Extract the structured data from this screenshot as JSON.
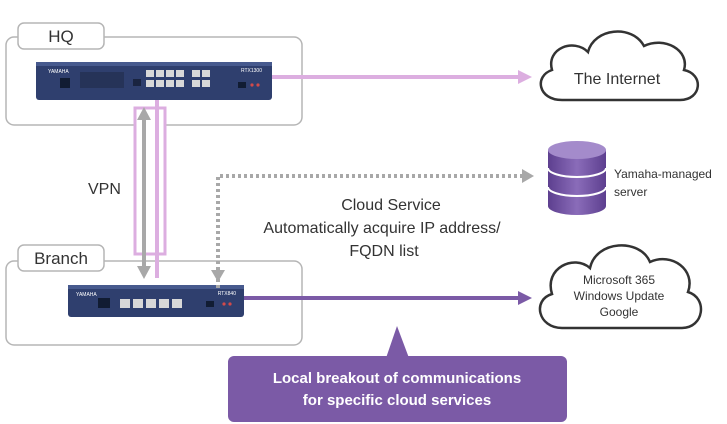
{
  "sites": {
    "hq": {
      "label": "HQ"
    },
    "branch": {
      "label": "Branch"
    }
  },
  "devices": {
    "hq_router_brand": "YAMAHA",
    "hq_router_model": "RTX1300",
    "branch_router_brand": "YAMAHA",
    "branch_router_model": "RTX840"
  },
  "vpn": {
    "label": "VPN"
  },
  "internet": {
    "label": "The Internet"
  },
  "server": {
    "label_line1": "Yamaha-managed",
    "label_line2": "server"
  },
  "cloud_service": {
    "line1": "Cloud Service",
    "line2": "Automatically acquire IP address/",
    "line3": "FQDN list"
  },
  "cloud_services": {
    "line1": "Microsoft 365",
    "line2": "Windows Update",
    "line3": "Google"
  },
  "callout": {
    "line1": "Local breakout of communications",
    "line2": "for specific cloud services"
  },
  "colors": {
    "light_purple": "#dcaee0",
    "dark_purple": "#7b5aa6",
    "gray_arrow": "#a8a8a8",
    "box_border": "#b5b5b5",
    "router_blue": "#2f3f6e"
  }
}
